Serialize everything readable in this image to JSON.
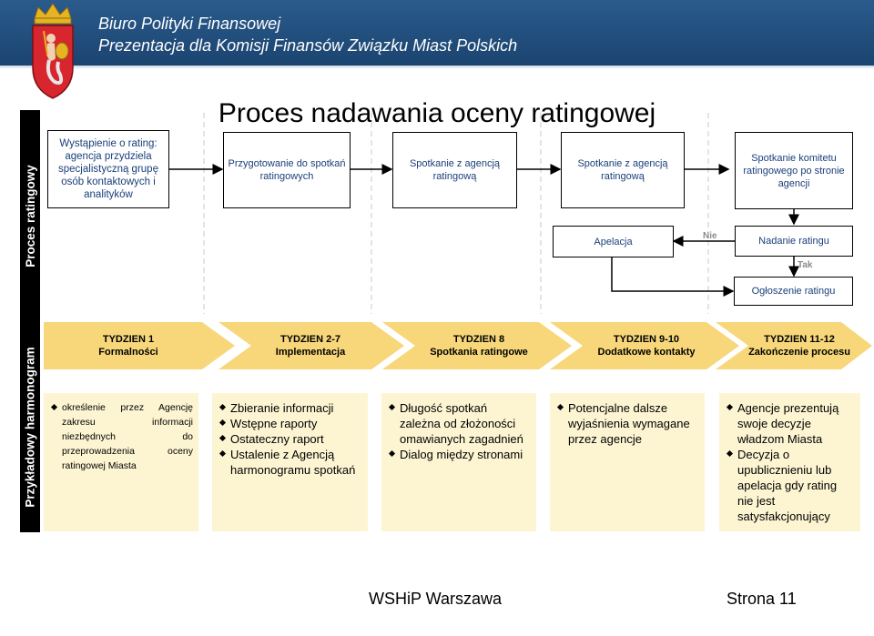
{
  "header": {
    "line1": "Biuro Polityki Finansowej",
    "line2": "Prezentacja dla Komisji Finansów Związku Miast Polskich",
    "bg_color": "#1f4e79"
  },
  "title": "Proces nadawania oceny ratingowej",
  "side_labels": {
    "process": "Proces ratingowy",
    "schedule": "Przykładowy harmonogram"
  },
  "process": {
    "start": "Wystąpienie o rating: agencja przydziela specjalistyczną grupę osób kontaktowych i analityków",
    "step1": "Przygotowanie do spotkań ratingowych",
    "step2": "Spotkanie z agencją ratingową",
    "step3": "Spotkanie z agencją ratingową",
    "step4": "Spotkanie komitetu ratingowego po stronie agencji",
    "appeal": "Apelacja",
    "assign": "Nadanie ratingu",
    "announce": "Ogłoszenie ratingu",
    "label_no": "Nie",
    "label_yes": "Tak"
  },
  "weeks": [
    {
      "l1": "TYDZIEN 1",
      "l2": "Formalności"
    },
    {
      "l1": "TYDZIEN 2-7",
      "l2": "Implementacja"
    },
    {
      "l1": "TYDZIEN 8",
      "l2": "Spotkania ratingowe"
    },
    {
      "l1": "TYDZIEN 9-10",
      "l2": "Dodatkowe kontakty"
    },
    {
      "l1": "TYDZIEN 11-12",
      "l2": "Zakończenie procesu"
    }
  ],
  "columns": [
    [
      "określenie przez Agencję zakresu informacji niezbędnych do przeprowadzenia oceny ratingowej Miasta"
    ],
    [
      "Zbieranie informacji",
      "Wstępne raporty",
      "Ostateczny raport",
      "Ustalenie z Agencją harmonogramu spotkań"
    ],
    [
      "Długość spotkań zależna od złożoności omawianych zagadnień",
      "Dialog między stronami"
    ],
    [
      "Potencjalne dalsze wyjaśnienia wymagane przez agencje"
    ],
    [
      "Agencje prezentują swoje decyzje władzom Miasta",
      "Decyzja o upublicznieniu lub apelacja gdy rating nie jest satysfakcjonujący"
    ]
  ],
  "footer": {
    "org": "WSHiP Warszawa",
    "page": "Strona 11"
  },
  "colors": {
    "chevron": "#f7d77a",
    "column_bg": "#fdf5d2",
    "box_text_blue": "#1a3f7a"
  },
  "icons": {
    "logo": "warsaw-coat-of-arms-icon"
  }
}
